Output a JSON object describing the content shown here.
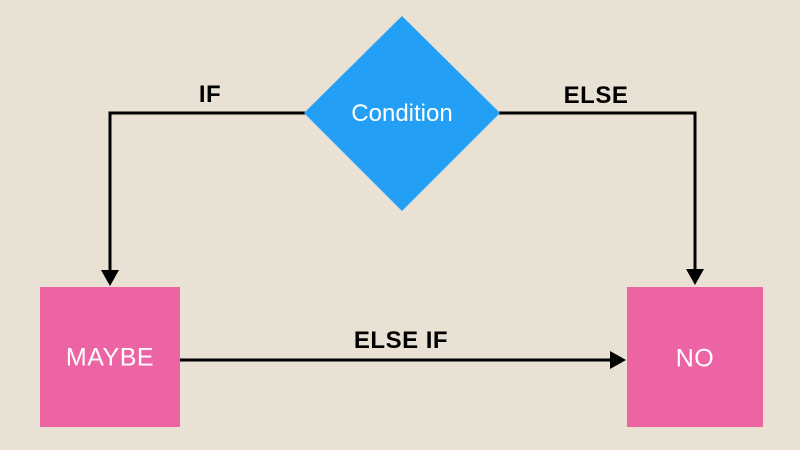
{
  "diagram": {
    "title": "condition-flowchart",
    "nodes": {
      "condition": {
        "label": "Condition",
        "shape": "diamond"
      },
      "maybe": {
        "label": "MAYBE",
        "shape": "square"
      },
      "no": {
        "label": "NO",
        "shape": "square"
      }
    },
    "edges": {
      "if": {
        "label": "IF",
        "from": "condition",
        "to": "maybe"
      },
      "else": {
        "label": "ELSE",
        "from": "condition",
        "to": "no"
      },
      "else_if": {
        "label": "ELSE IF",
        "from": "maybe",
        "to": "no"
      }
    }
  },
  "colors": {
    "background": "#E8E1D4",
    "diamond_blue": "#23A0F5",
    "box_pink": "#EC64A3",
    "arrow_black": "#000000",
    "label_text": "#FFFFFF"
  }
}
